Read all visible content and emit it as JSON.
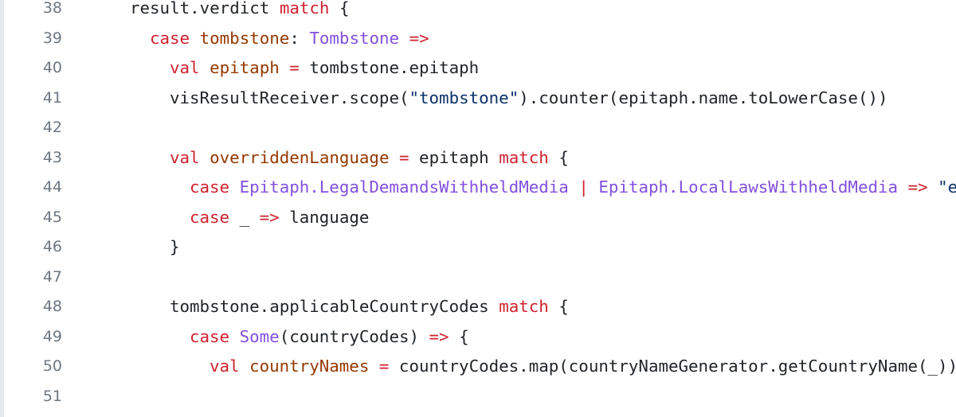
{
  "colors": {
    "keyword": "#cf222e",
    "variable": "#953800",
    "type": "#8250df",
    "string": "#0a3069",
    "plain": "#1f2328",
    "line_number": "#6e7781"
  },
  "lines": [
    {
      "number": "38",
      "indent": 0,
      "tokens": [
        [
          "result.verdict ",
          "p"
        ],
        [
          "match",
          "k"
        ],
        [
          " {",
          "p"
        ]
      ]
    },
    {
      "number": "39",
      "indent": 1,
      "tokens": [
        [
          "case",
          "k"
        ],
        [
          " ",
          "p"
        ],
        [
          "tombstone",
          "v"
        ],
        [
          ": ",
          "p"
        ],
        [
          "Tombstone",
          "t"
        ],
        [
          " ",
          "p"
        ],
        [
          "=>",
          "k"
        ]
      ]
    },
    {
      "number": "40",
      "indent": 2,
      "tokens": [
        [
          "val",
          "k"
        ],
        [
          " ",
          "p"
        ],
        [
          "epitaph",
          "v"
        ],
        [
          " ",
          "p"
        ],
        [
          "=",
          "k"
        ],
        [
          " tombstone.epitaph",
          "p"
        ]
      ]
    },
    {
      "number": "41",
      "indent": 2,
      "tokens": [
        [
          "visResultReceiver.scope(",
          "p"
        ],
        [
          "\"tombstone\"",
          "s"
        ],
        [
          ").counter(epitaph.name.toLowerCase())",
          "p"
        ]
      ]
    },
    {
      "number": "42",
      "indent": 0,
      "tokens": []
    },
    {
      "number": "43",
      "indent": 2,
      "tokens": [
        [
          "val",
          "k"
        ],
        [
          " ",
          "p"
        ],
        [
          "overriddenLanguage",
          "v"
        ],
        [
          " ",
          "p"
        ],
        [
          "=",
          "k"
        ],
        [
          " epitaph ",
          "p"
        ],
        [
          "match",
          "k"
        ],
        [
          " {",
          "p"
        ]
      ]
    },
    {
      "number": "44",
      "indent": 3,
      "tokens": [
        [
          "case",
          "k"
        ],
        [
          " ",
          "p"
        ],
        [
          "Epitaph.LegalDemandsWithheldMedia",
          "t"
        ],
        [
          " ",
          "p"
        ],
        [
          "|",
          "k"
        ],
        [
          " ",
          "p"
        ],
        [
          "Epitaph.LocalLawsWithheldMedia",
          "t"
        ],
        [
          " ",
          "p"
        ],
        [
          "=>",
          "k"
        ],
        [
          " ",
          "p"
        ],
        [
          "\"en\"",
          "s"
        ]
      ]
    },
    {
      "number": "45",
      "indent": 3,
      "tokens": [
        [
          "case",
          "k"
        ],
        [
          " _ ",
          "p"
        ],
        [
          "=>",
          "k"
        ],
        [
          " language",
          "p"
        ]
      ]
    },
    {
      "number": "46",
      "indent": 2,
      "tokens": [
        [
          "}",
          "p"
        ]
      ]
    },
    {
      "number": "47",
      "indent": 0,
      "tokens": []
    },
    {
      "number": "48",
      "indent": 2,
      "tokens": [
        [
          "tombstone.applicableCountryCodes ",
          "p"
        ],
        [
          "match",
          "k"
        ],
        [
          " {",
          "p"
        ]
      ]
    },
    {
      "number": "49",
      "indent": 3,
      "tokens": [
        [
          "case",
          "k"
        ],
        [
          " ",
          "p"
        ],
        [
          "Some",
          "t"
        ],
        [
          "(countryCodes) ",
          "p"
        ],
        [
          "=>",
          "k"
        ],
        [
          " {",
          "p"
        ]
      ]
    },
    {
      "number": "50",
      "indent": 4,
      "tokens": [
        [
          "val",
          "k"
        ],
        [
          " ",
          "p"
        ],
        [
          "countryNames",
          "v"
        ],
        [
          " ",
          "p"
        ],
        [
          "=",
          "k"
        ],
        [
          " countryCodes.map(countryNameGenerator.getCountryName(_))",
          "p"
        ]
      ]
    },
    {
      "number": "51",
      "indent": 0,
      "tokens": []
    }
  ]
}
